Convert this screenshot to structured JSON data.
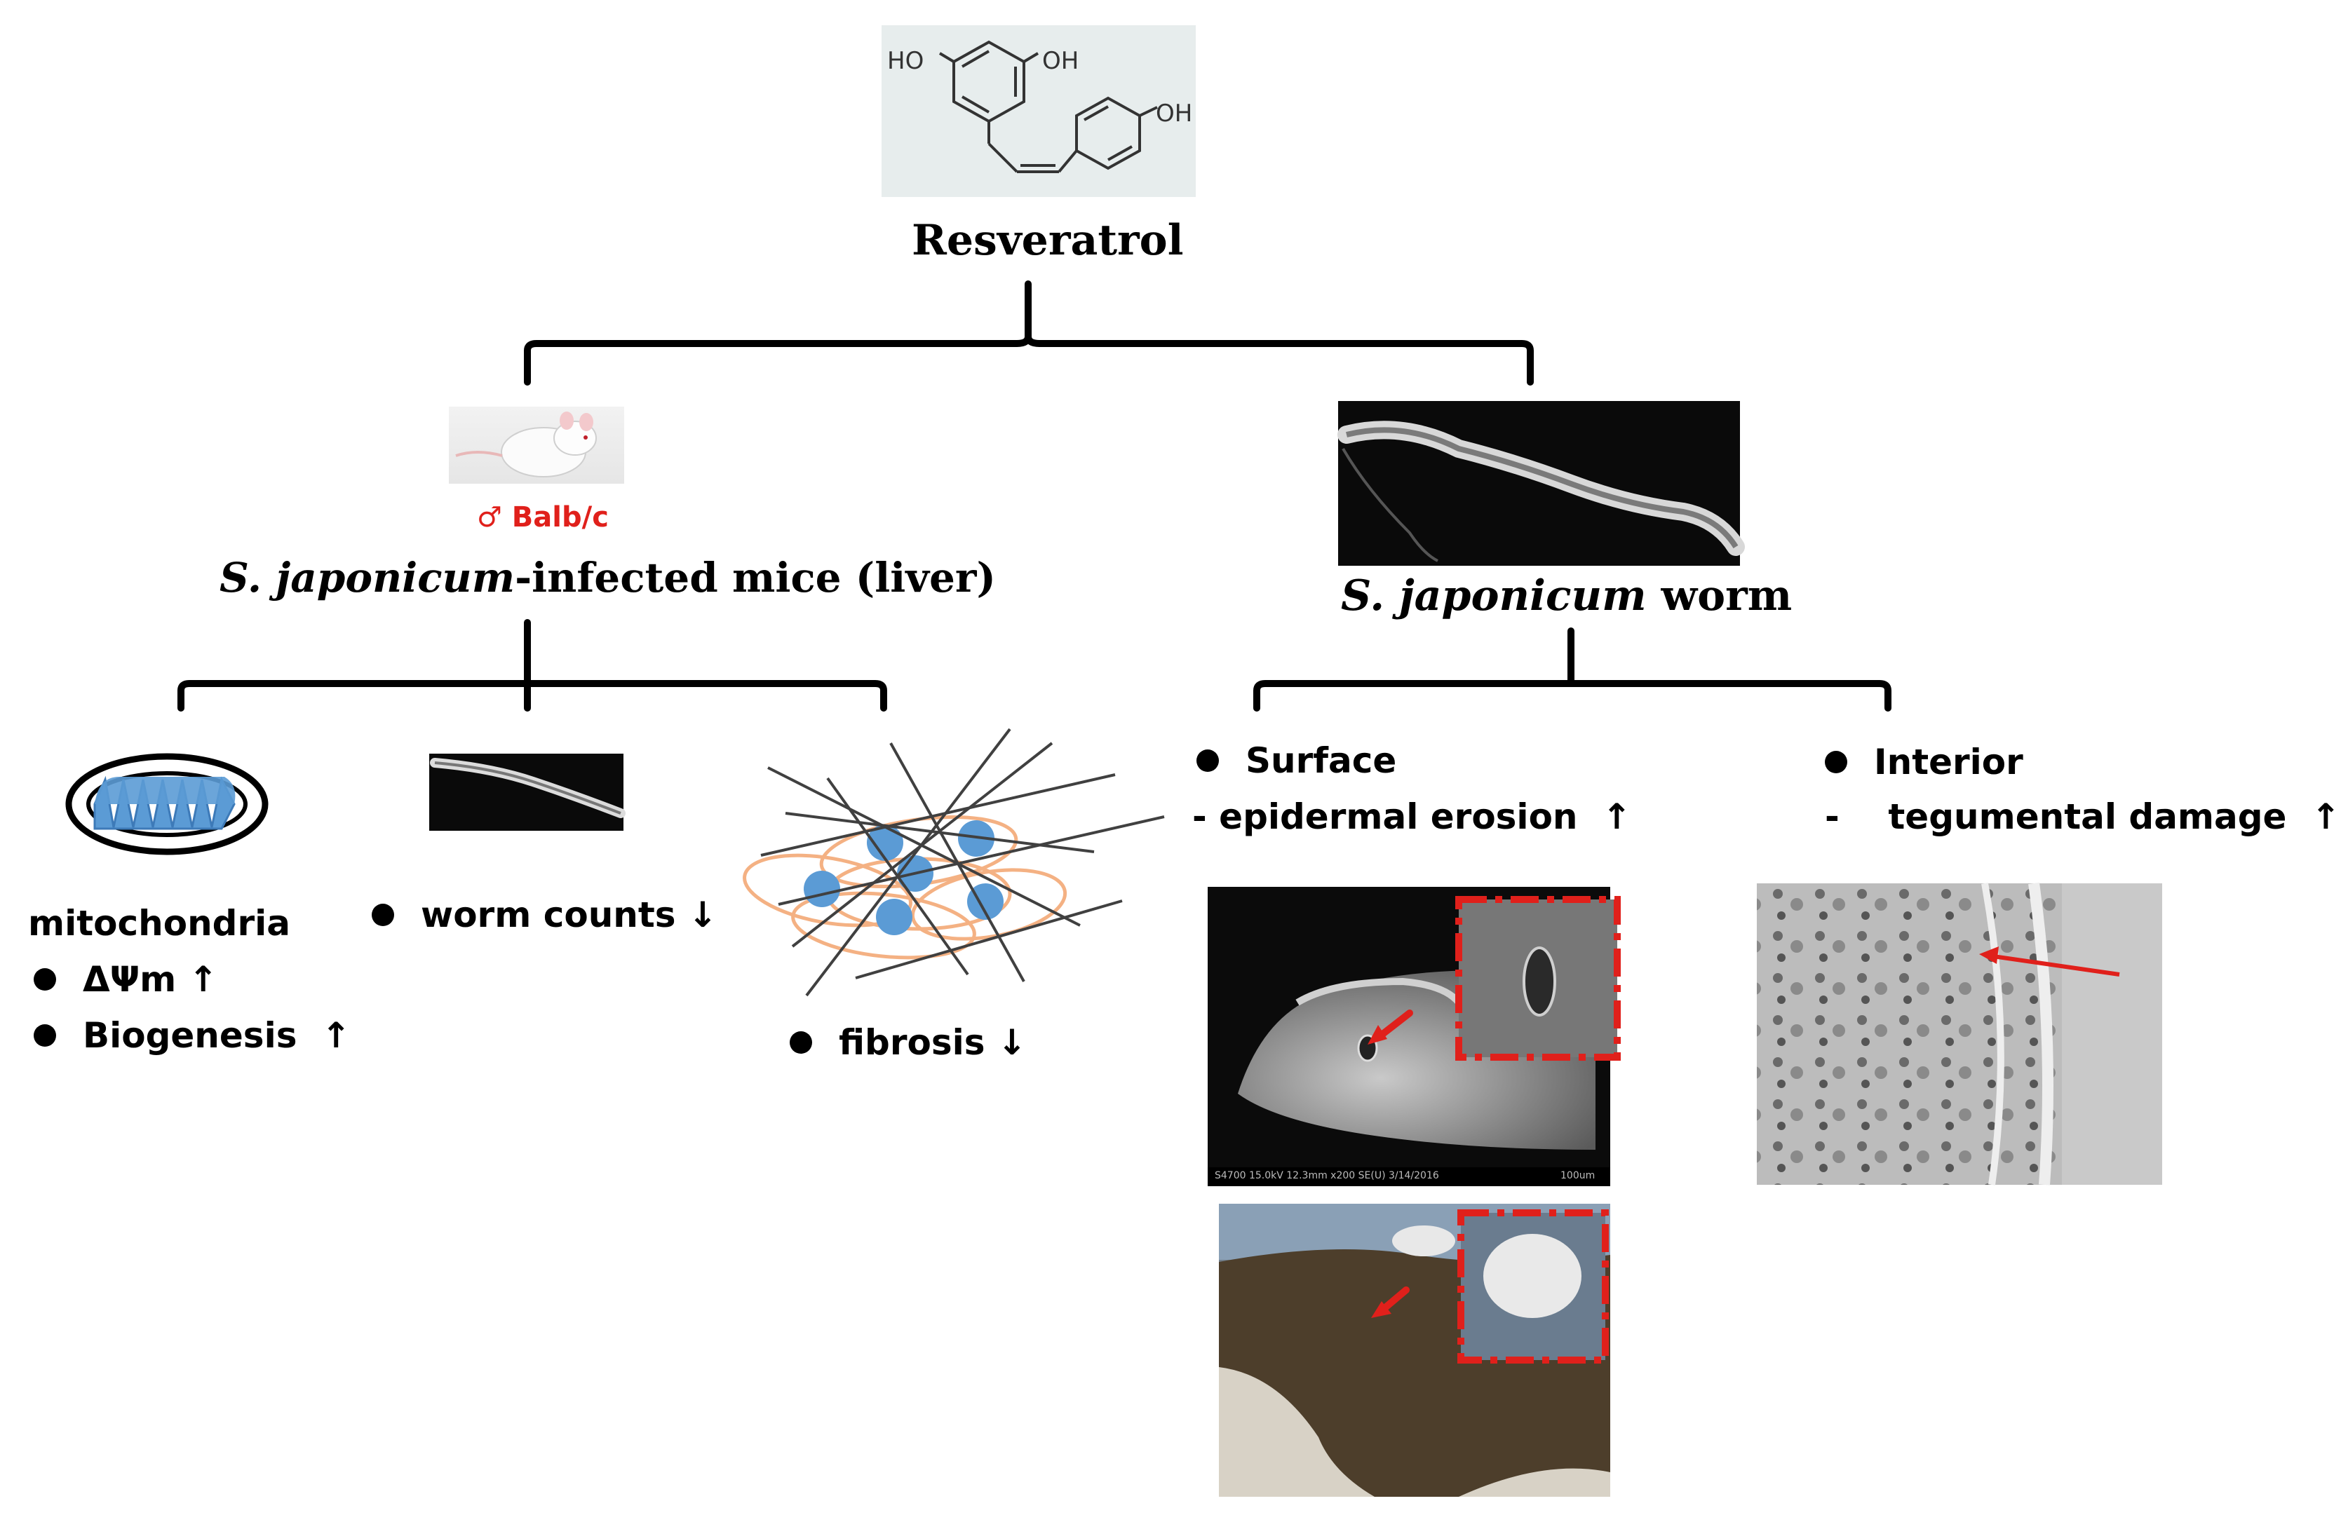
{
  "title": "Resveratrol",
  "molecule": {
    "ho_left": "HO",
    "oh_top": "OH",
    "oh_right": "OH"
  },
  "mice_branch": {
    "strain": "♂ Balb/c",
    "label_italic": "S. japonicum",
    "label_rest": "-infected mice (liver)",
    "mitochondria": {
      "heading": "mitochondria",
      "item1": "ΔΨm",
      "item1_arrow": "↑",
      "item2": "Biogenesis",
      "item2_arrow": "↑"
    },
    "worm_counts": {
      "label": "worm counts",
      "arrow": "↓"
    },
    "fibrosis": {
      "label": "fibrosis",
      "arrow": "↓"
    }
  },
  "worm_branch": {
    "label_italic": "S. japonicum",
    "label_rest": " worm",
    "surface": {
      "heading": "Surface",
      "detail": "- epidermal erosion",
      "arrow": "↑",
      "sem_caption": "S4700 15.0kV 12.3mm x200 SE(U) 3/14/2016",
      "sem_scale": "100um"
    },
    "interior": {
      "heading": "Interior",
      "dash": "-",
      "detail": "tegumental damage",
      "arrow": "↑"
    }
  },
  "colors": {
    "accent_red": "#e0201b",
    "mito_blue": "#5b9bd5",
    "fibro_orange": "#f4b183",
    "cell_blue": "#5b9bd5"
  }
}
